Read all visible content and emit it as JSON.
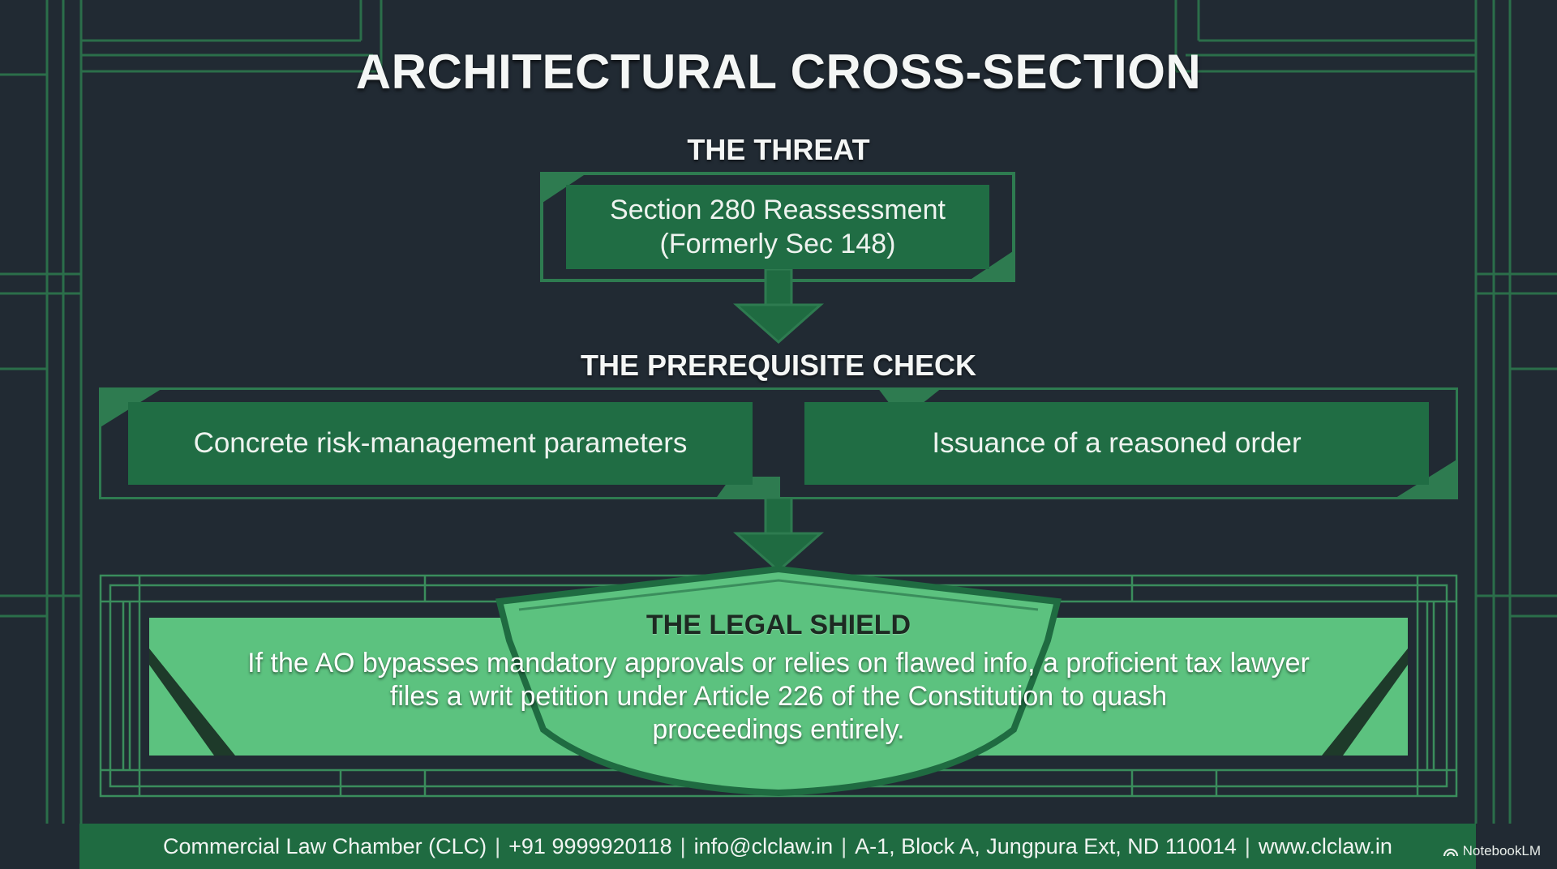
{
  "title": "ARCHITECTURAL CROSS-SECTION",
  "threat": {
    "heading": "THE THREAT",
    "line1": "Section 280 Reassessment",
    "line2": "(Formerly Sec 148)"
  },
  "prerequisite": {
    "heading": "THE PREREQUISITE CHECK",
    "left": "Concrete risk-management parameters",
    "right": "Issuance of a reasoned order"
  },
  "shield": {
    "heading": "THE LEGAL SHIELD",
    "line1": "If the AO bypasses mandatory approvals or relies on flawed info, a proficient tax lawyer",
    "line2": "files a writ petition under Article 226 of the Constitution to quash",
    "line3": "proceedings entirely."
  },
  "footer": {
    "items": [
      "Commercial Law Chamber (CLC)",
      "+91 9999920118",
      "info@clclaw.in",
      "A-1, Block A, Jungpura Ext, ND 110014",
      "www.clclaw.in"
    ],
    "separator": "|"
  },
  "brand": {
    "label": "NotebookLM",
    "icon": "notebooklm-icon"
  },
  "colors": {
    "background": "#212a33",
    "dark_green": "#206d44",
    "frame_green": "#2e7b50",
    "light_green": "#5cc27f",
    "text": "#f4f6f5"
  }
}
